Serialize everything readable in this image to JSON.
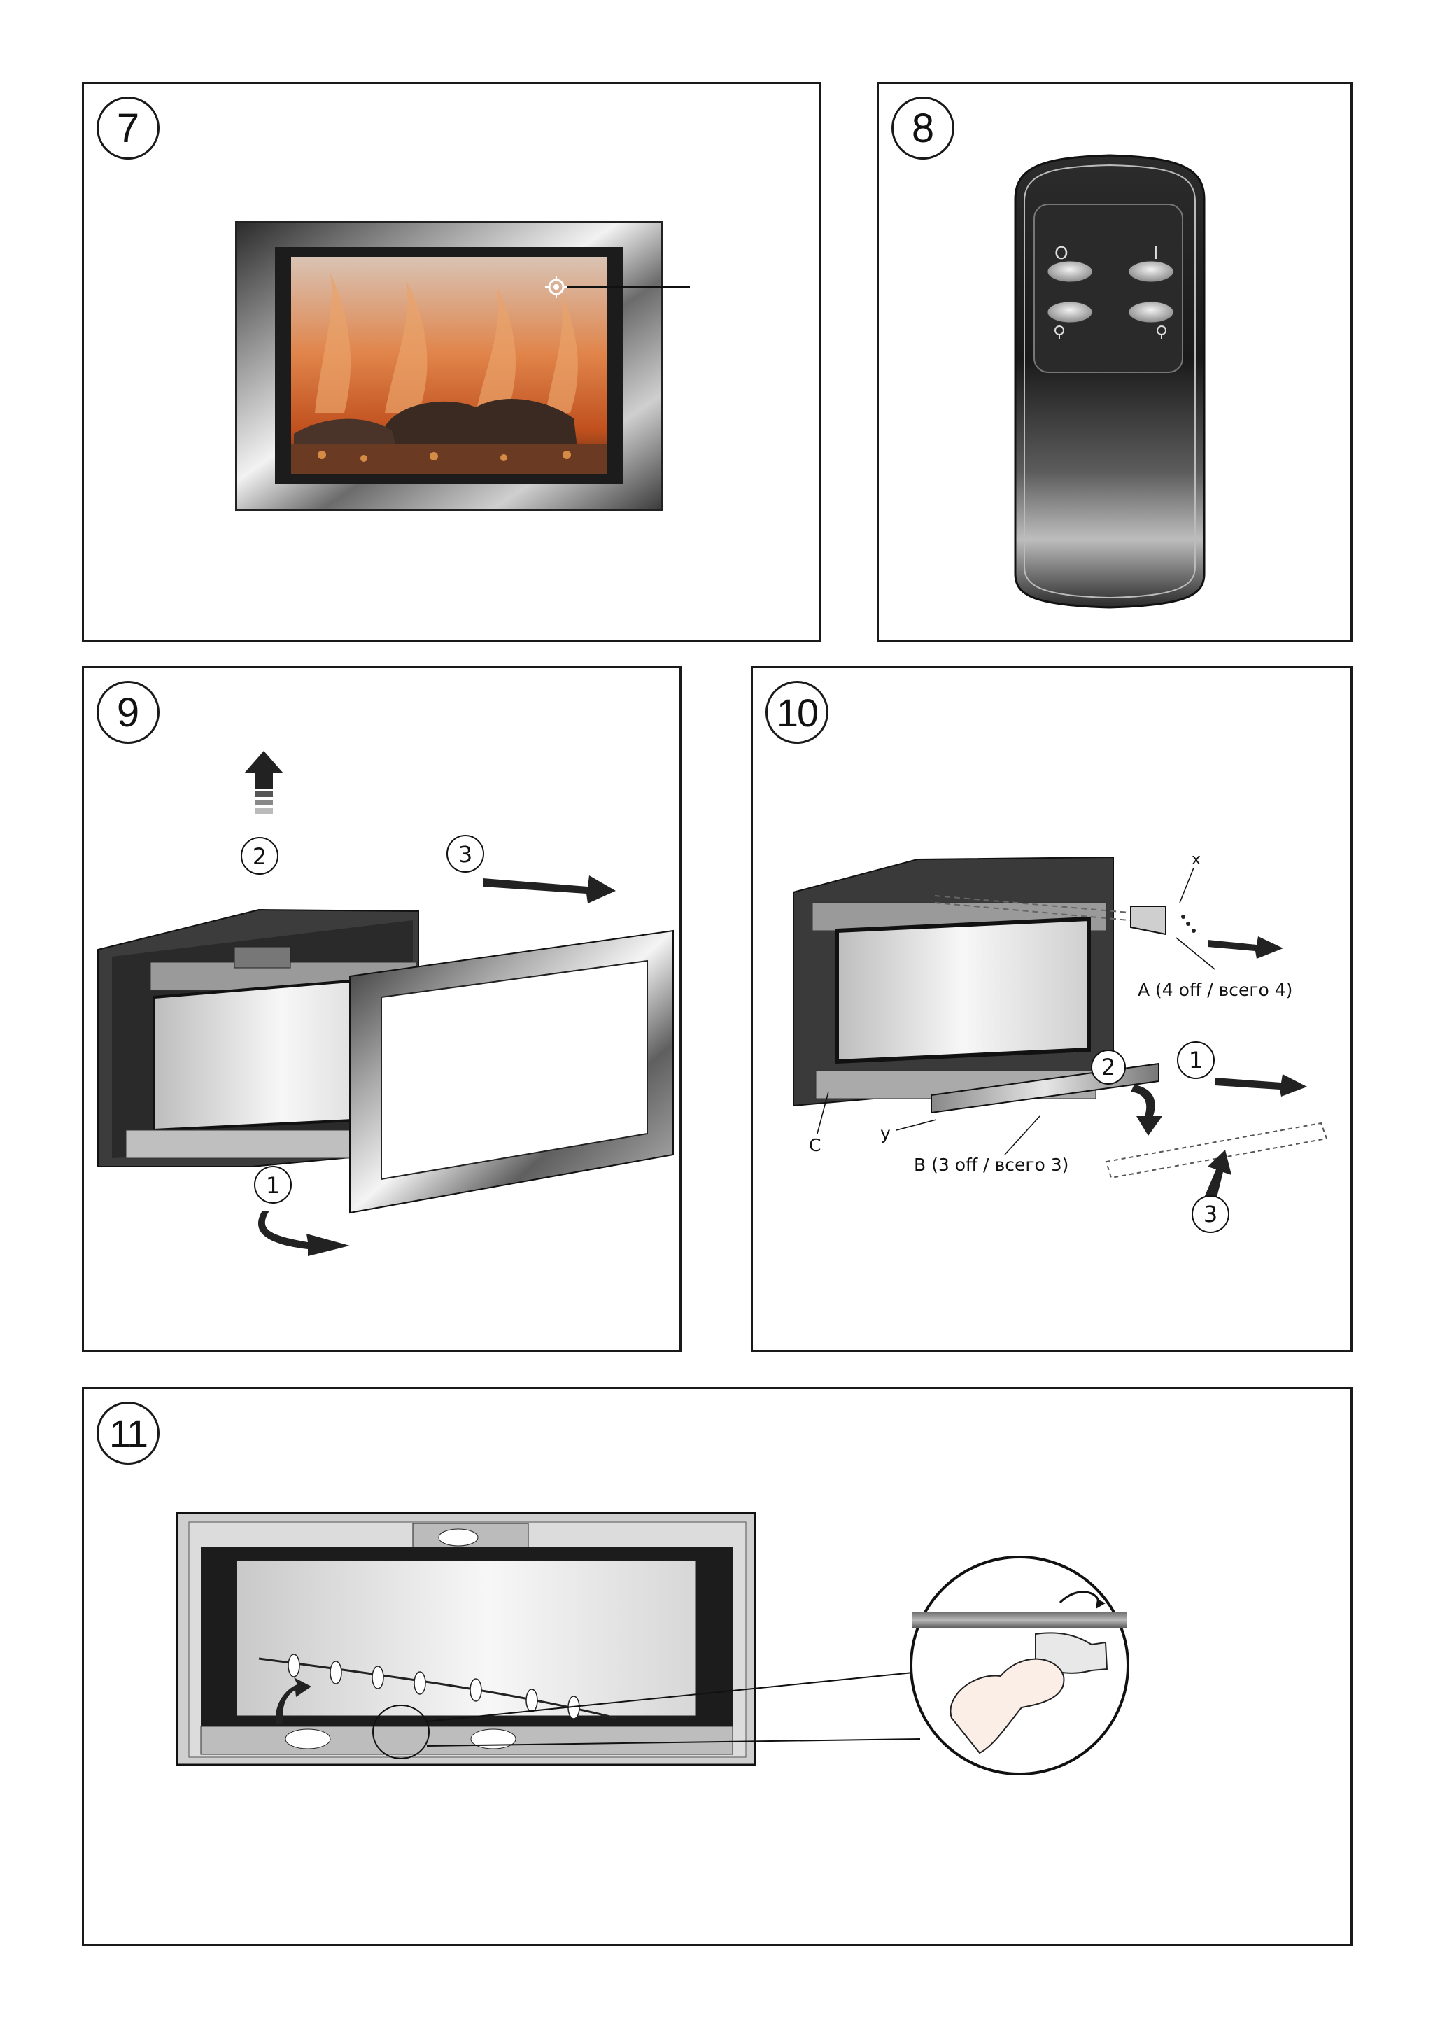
{
  "panels": {
    "p7": {
      "step": "7"
    },
    "p8": {
      "step": "8",
      "remote_buttons": {
        "off_symbol": "O",
        "on_symbol": "I"
      }
    },
    "p9": {
      "step": "9",
      "sequence": [
        "1",
        "2",
        "3"
      ]
    },
    "p10": {
      "step": "10",
      "sequence": [
        "1",
        "2",
        "3"
      ],
      "labels": {
        "x": "x",
        "y": "y",
        "c": "C",
        "a": "A (4 off / всего 4)",
        "b": "B (3 off / всего 3)"
      }
    },
    "p11": {
      "step": "11"
    }
  },
  "colors": {
    "frame_dark": "#1e1e1e",
    "flame": "#e07a2e",
    "steel": "#c9cdd2"
  }
}
